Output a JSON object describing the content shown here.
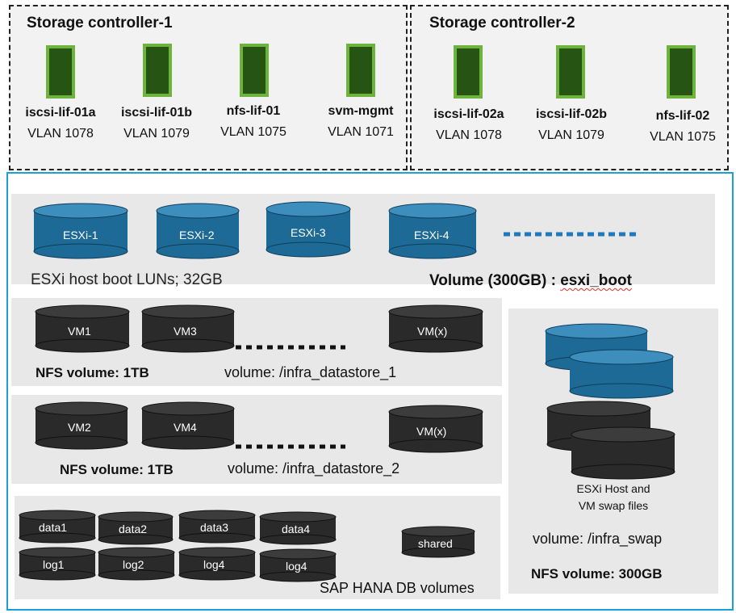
{
  "controllers": [
    {
      "title": "Storage controller-1",
      "lifs": [
        {
          "name": "iscsi-lif-01a",
          "vlan": "VLAN 1078"
        },
        {
          "name": "iscsi-lif-01b",
          "vlan": "VLAN 1079"
        },
        {
          "name": "nfs-lif-01",
          "vlan": "VLAN 1075"
        },
        {
          "name": "svm-mgmt",
          "vlan": "VLAN 1071"
        }
      ]
    },
    {
      "title": "Storage controller-2",
      "lifs": [
        {
          "name": "iscsi-lif-02a",
          "vlan": "VLAN 1078"
        },
        {
          "name": "iscsi-lif-02b",
          "vlan": "VLAN 1079"
        },
        {
          "name": "nfs-lif-02",
          "vlan": "VLAN 1075"
        }
      ]
    }
  ],
  "boot": {
    "luns": [
      "ESXi-1",
      "ESXi-2",
      "ESXi-3",
      "ESXi-4"
    ],
    "caption": "ESXi host boot LUNs; 32GB",
    "volume_label": "Volume (300GB) : ",
    "volume_name": "esxi_boot"
  },
  "datastore1": {
    "vms": [
      "VM1",
      "VM3",
      "VM(x)"
    ],
    "size_label": "NFS volume: 1TB",
    "volume": "volume: /infra_datastore_1"
  },
  "datastore2": {
    "vms": [
      "VM2",
      "VM4",
      "VM(x)"
    ],
    "size_label": "NFS volume: 1TB",
    "volume": "volume: /infra_datastore_2"
  },
  "hana": {
    "data": [
      "data1",
      "data2",
      "data3",
      "data4"
    ],
    "log": [
      "log1",
      "log2",
      "log4",
      "log4"
    ],
    "shared": "shared",
    "caption": "SAP HANA DB volumes"
  },
  "swap": {
    "caption_line1": "ESXi Host and",
    "caption_line2": "VM swap files",
    "volume": "volume: /infra_swap",
    "size_label": "NFS volume: 300GB"
  },
  "colors": {
    "lif_fill": "#265412",
    "lif_border": "#6fb33f",
    "blue_disk": "#1e6a96",
    "dark_disk": "#2a2a2a",
    "outer_border": "#1aa0db"
  }
}
